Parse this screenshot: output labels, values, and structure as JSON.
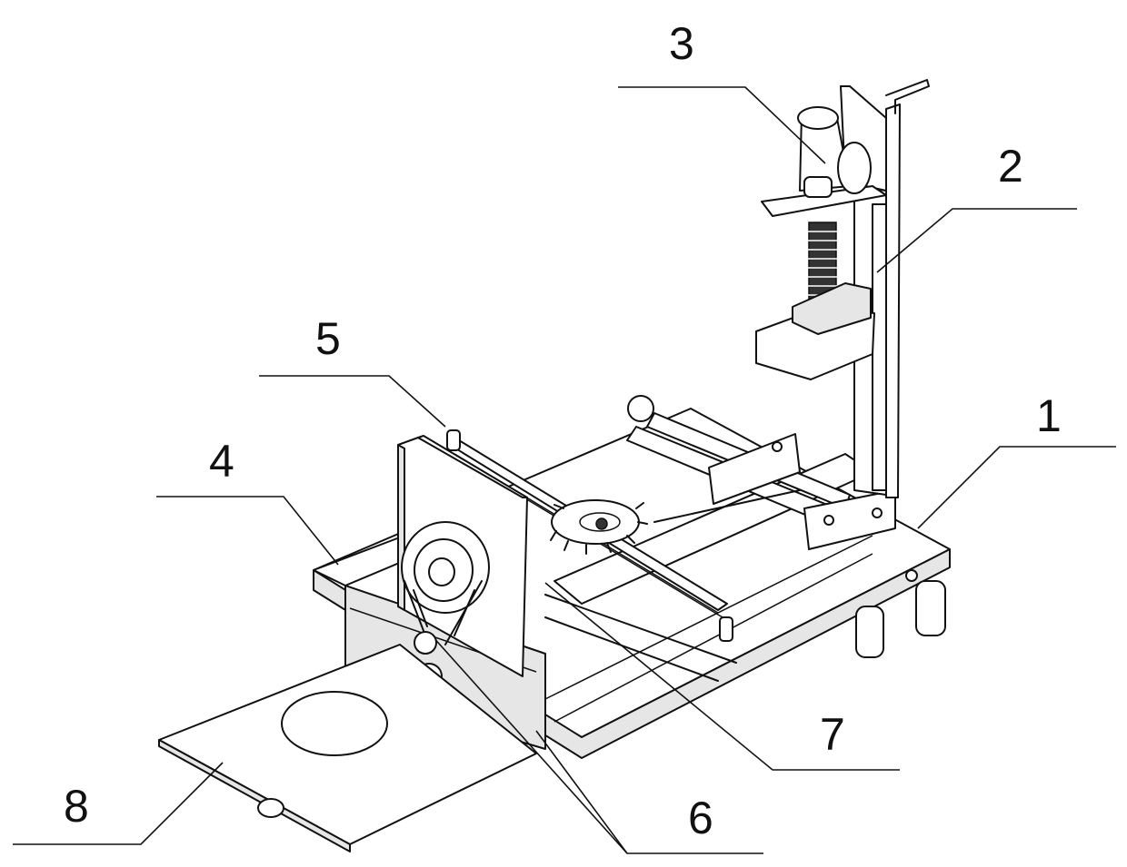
{
  "labels": {
    "l1": "1",
    "l2": "2",
    "l3": "3",
    "l4": "4",
    "l5": "5",
    "l6": "6",
    "l7": "7",
    "l8": "8"
  },
  "colors": {
    "line": "#111111",
    "background": "#ffffff",
    "shade": "#e6e6e6"
  }
}
